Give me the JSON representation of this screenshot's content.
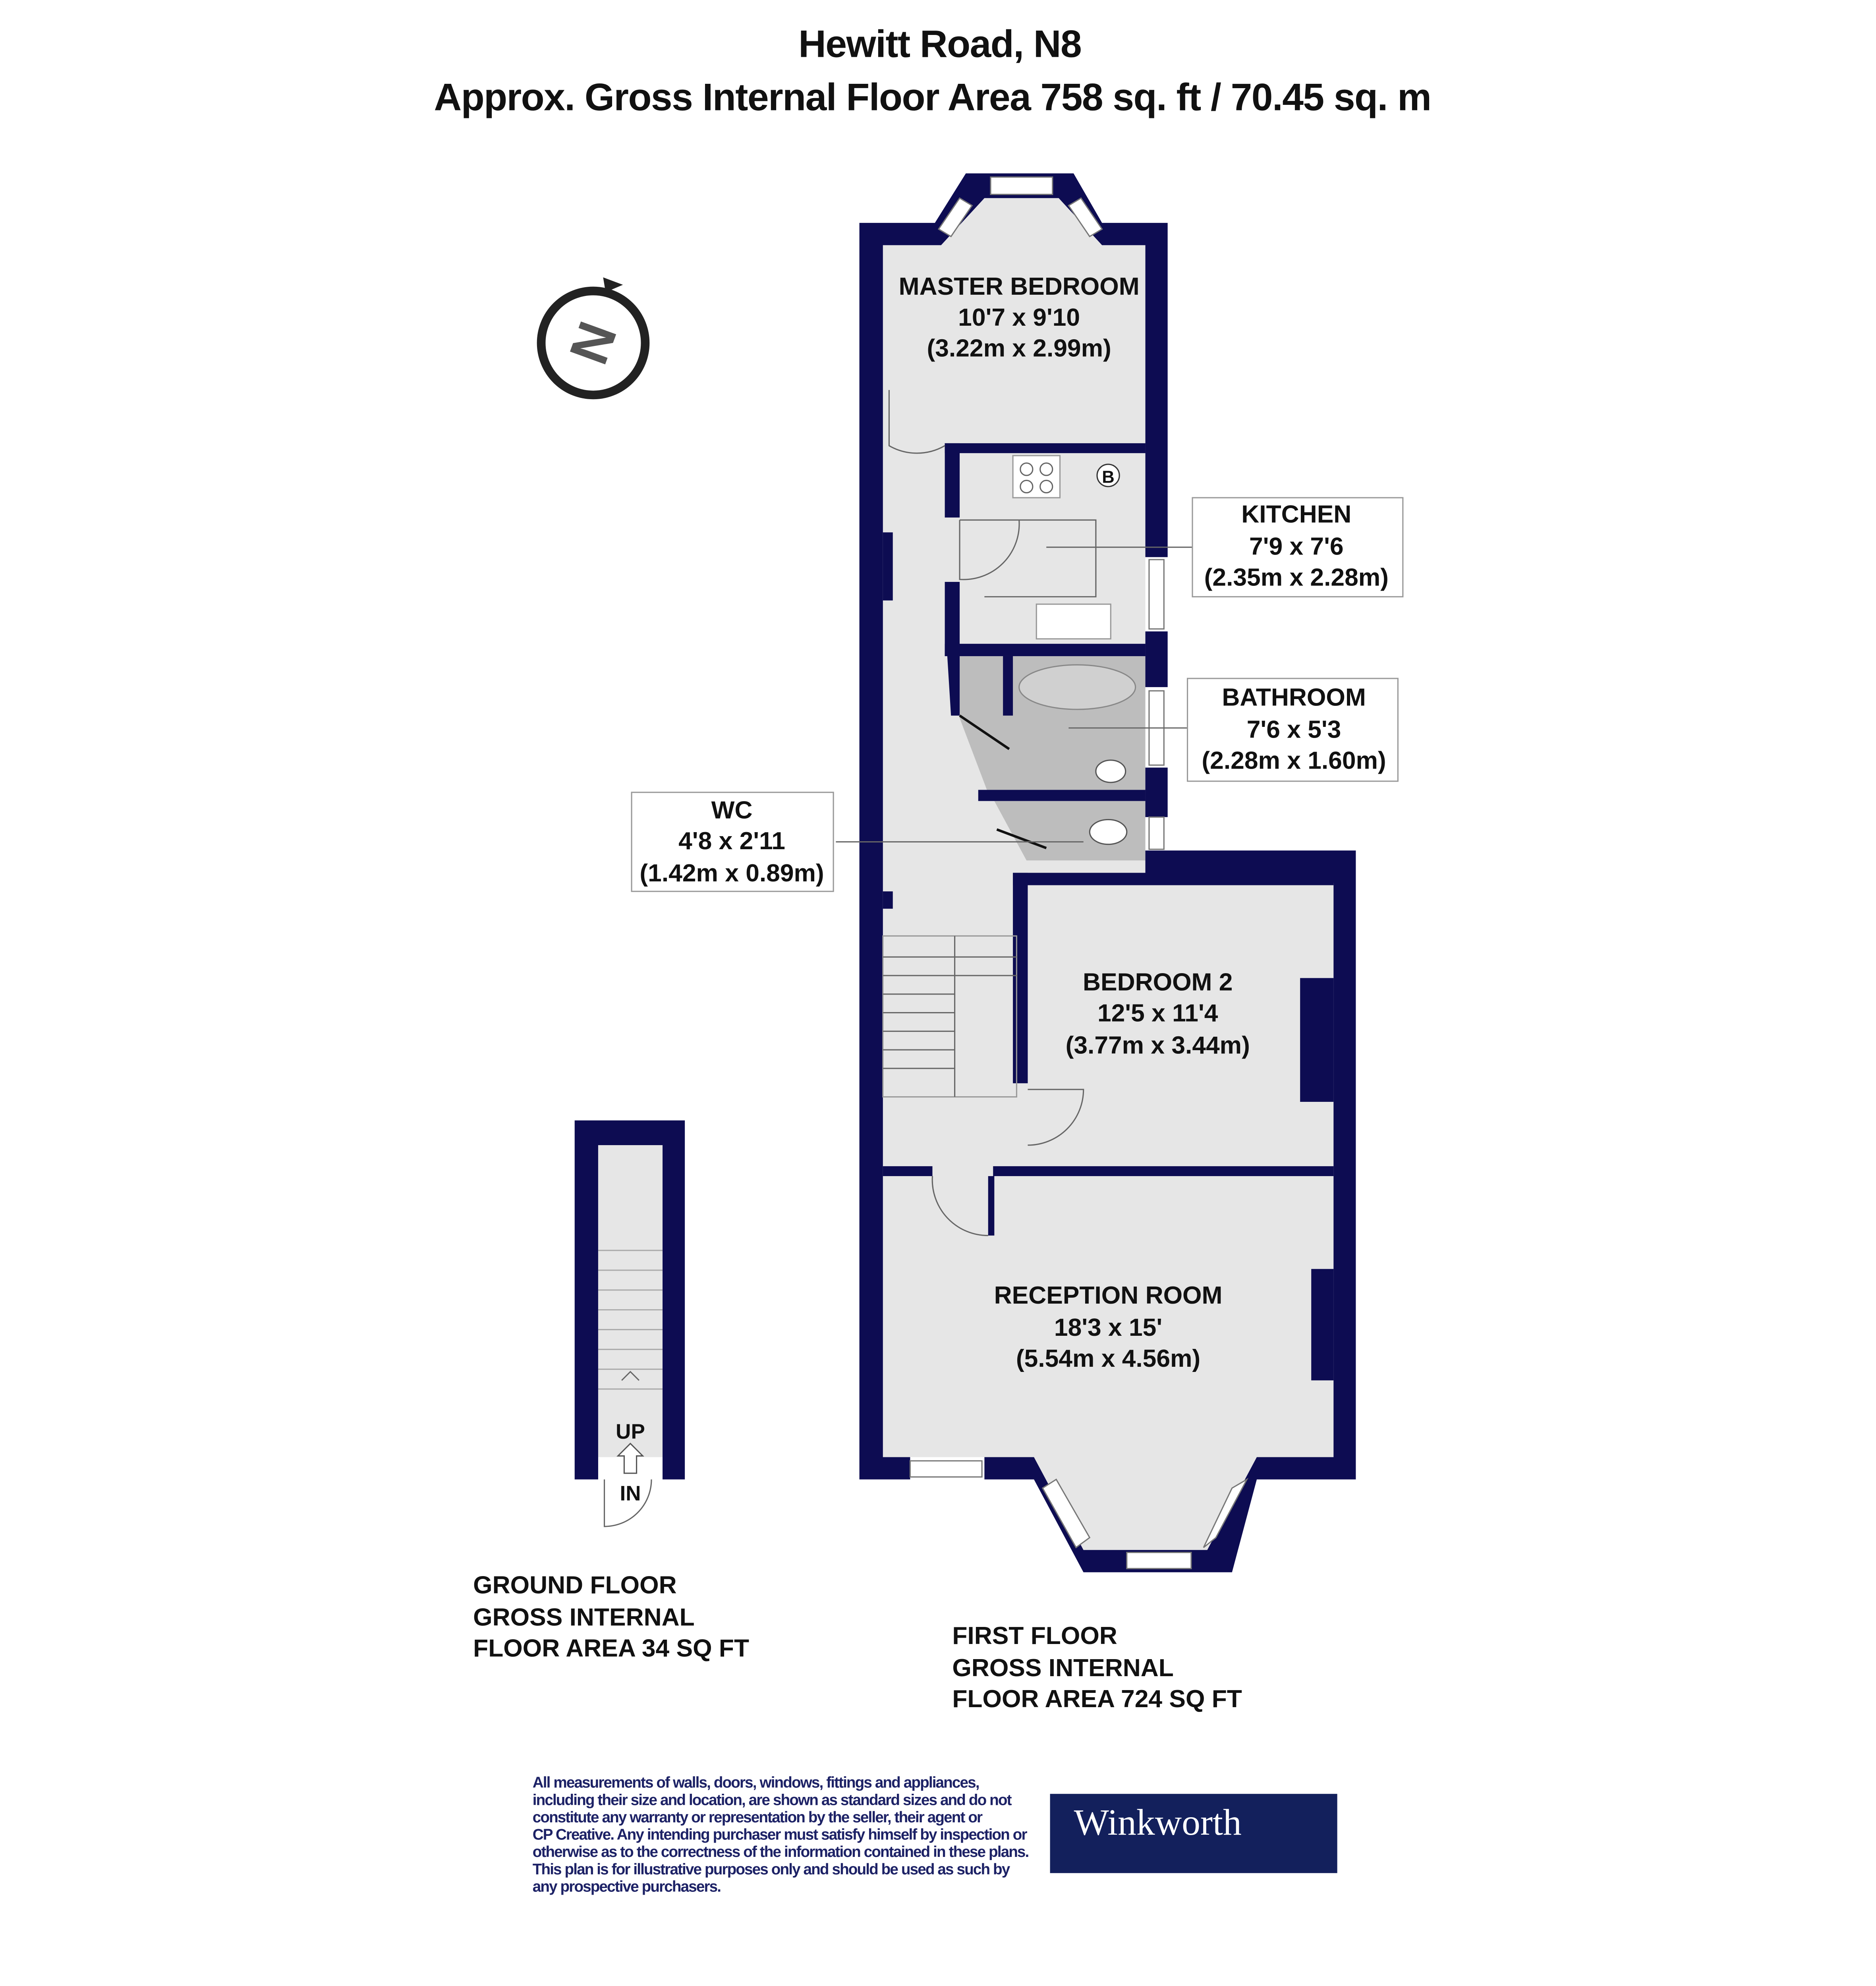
{
  "header": {
    "title": "Hewitt Road, N8",
    "subtitle": "Approx. Gross Internal Floor Area 758 sq. ft / 70.45 sq. m"
  },
  "compass": {
    "icon": "north-compass-icon",
    "letter": "N"
  },
  "rooms": {
    "master_bedroom": {
      "name": "MASTER BEDROOM",
      "imperial": "10'7 x 9'10",
      "metric": "(3.22m x 2.99m)"
    },
    "kitchen": {
      "name": "KITCHEN",
      "imperial": "7'9 x 7'6",
      "metric": "(2.35m x 2.28m)"
    },
    "bathroom": {
      "name": "BATHROOM",
      "imperial": "7'6 x 5'3",
      "metric": "(2.28m x 1.60m)"
    },
    "wc": {
      "name": "WC",
      "imperial": "4'8 x 2'11",
      "metric": "(1.42m x 0.89m)"
    },
    "bedroom2": {
      "name": "BEDROOM 2",
      "imperial": "12'5 x 11'4",
      "metric": "(3.77m x 3.44m)"
    },
    "reception": {
      "name": "RECEPTION ROOM",
      "imperial": "18'3 x 15'",
      "metric": "(5.54m x 4.56m)"
    }
  },
  "symbols": {
    "boiler": "B",
    "stairs_up": "UP",
    "entrance": "IN"
  },
  "floors": {
    "ground": {
      "line1": "GROUND FLOOR",
      "line2": "GROSS INTERNAL",
      "line3": "FLOOR AREA 34 SQ FT"
    },
    "first": {
      "line1": "FIRST FLOOR",
      "line2": "GROSS INTERNAL",
      "line3": "FLOOR AREA 724 SQ FT"
    }
  },
  "disclaimer": [
    "All measurements of walls, doors, windows, fittings and appliances,",
    "including their size and location, are shown as standard sizes and do not",
    "constitute any warranty or representation by the seller, their agent or",
    "CP Creative. Any intending purchaser must satisfy himself by inspection or",
    "otherwise as to the correctness of the information contained in these plans.",
    "This plan is for illustrative purposes only and should be used as such by",
    "any prospective purchasers."
  ],
  "logo": {
    "text": "Winkworth",
    "color": "#13205c"
  },
  "colors": {
    "walls": "#0d0c52",
    "floor": "#e6e6e6",
    "wet_rooms": "#bdbdbd"
  }
}
